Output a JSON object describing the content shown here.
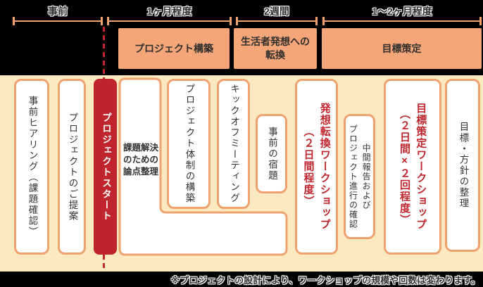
{
  "phases": [
    {
      "duration": "事前"
    },
    {
      "duration": "1ヶ月程度",
      "title": "プロジェクト構築"
    },
    {
      "duration": "2週間",
      "title": "生活者発想への\n転換"
    },
    {
      "duration": "1〜2ヶ月程度",
      "title": "目標策定"
    }
  ],
  "milestone": {
    "label": "プロジェクトスタート"
  },
  "steps": {
    "pre_hearing": "事前ヒアリング（課題確認）",
    "proposal": "プロジェクトのご提案",
    "issue_sorting": "課題解決\nのための\n論点整理",
    "team_building": "プロジェクト体制の構築",
    "kickoff": "キックオフミーティング",
    "homework": "事前の宿題",
    "idea_workshop": "発想転換ワークショップ\n（２日間程度）",
    "interim_report": "中間報告および\nプロジェクト進行の確認",
    "goal_workshop": "目標策定ワークショップ\n（２日間×２回程度）",
    "goal_sorting": "目標・方針の整理"
  },
  "footnote": "※プロジェクトの設計により、ワークショップの規模や回数は変わります。",
  "colors": {
    "accent_red": "#C0252D",
    "phase_orange": "#F4A678",
    "band_peach": "#FBEAC0",
    "box_border": "#EFA26D",
    "background": "#000000"
  }
}
